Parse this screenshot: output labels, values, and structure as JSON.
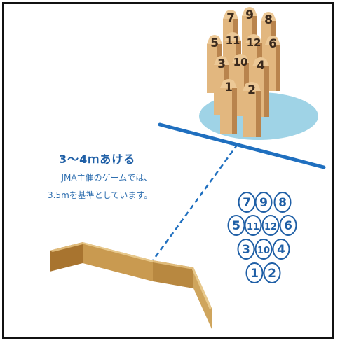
{
  "caption": {
    "title": "3～4ｍあける",
    "line1": "JMA主催のゲームでは、",
    "line2": "3.5mを基準としています。"
  },
  "pins_3d": [
    "7",
    "9",
    "8",
    "5",
    "11",
    "12",
    "6",
    "3",
    "10",
    "4",
    "1",
    "2"
  ],
  "pin_layout_diagram": {
    "rows": [
      [
        "7",
        "9",
        "8"
      ],
      [
        "5",
        "11",
        "12",
        "6"
      ],
      [
        "3",
        "10",
        "4"
      ],
      [
        "1",
        "2"
      ]
    ]
  },
  "colors": {
    "throw_line": "#1f6fbf",
    "distance_line": "#1f6fbf",
    "pin_wood_light": "#e2b77f",
    "pin_wood_dark": "#b9844d",
    "shadow_water": "#9fd3e6",
    "board": "#c58f45",
    "diagram_stroke": "#1f5fa6"
  }
}
